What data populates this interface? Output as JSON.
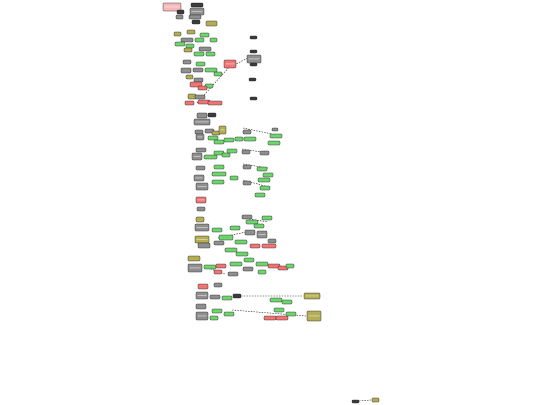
{
  "diagram": {
    "title": "",
    "palette": {
      "grey": "#8f8f8f",
      "green": "#6fd36f",
      "red": "#f07575",
      "olive": "#b3ad55",
      "pink": "#f6b9b9",
      "dark": "#3c3c3c",
      "edge": "#222222"
    },
    "node_color_order": [
      "grey",
      "green",
      "red",
      "olive",
      "pink",
      "dark"
    ],
    "node_text": "",
    "edge_style": "dashed"
  }
}
